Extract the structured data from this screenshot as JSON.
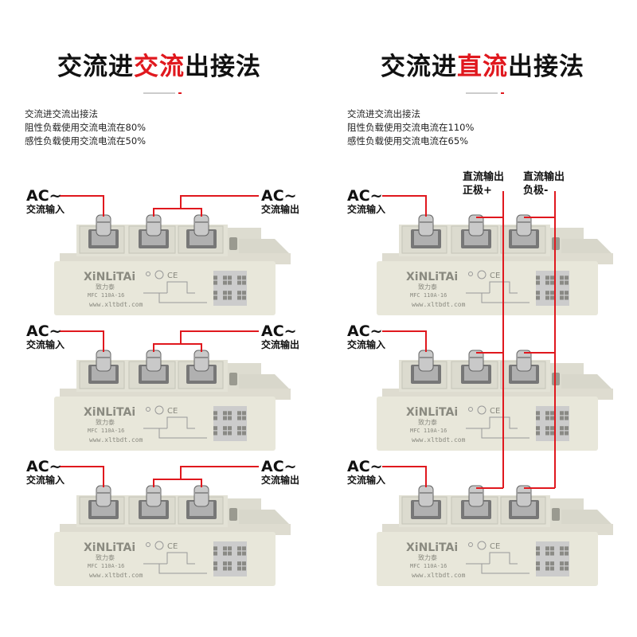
{
  "left": {
    "title": {
      "part1": "交流进",
      "highlight": "交流",
      "part2": "出接法"
    },
    "notes": [
      "交流进交流出接法",
      "阻性负载使用交流电流在80%",
      "感性负载使用交流电流在50%"
    ],
    "input_label": {
      "ac": "AC~",
      "sub": "交流输入"
    },
    "output_label": {
      "ac": "AC~",
      "sub": "交流输出"
    }
  },
  "right": {
    "title": {
      "part1": "交流进",
      "highlight": "直流",
      "part2": "出接法"
    },
    "notes": [
      "交流进交流出接法",
      "阻性负载使用交流电流在110%",
      "感性负载使用交流电流在65%"
    ],
    "input_label": {
      "ac": "AC~",
      "sub": "交流输入"
    },
    "dc_positive": {
      "line1": "直流输出",
      "line2": "正极+"
    },
    "dc_negative": {
      "line1": "直流输出",
      "line2": "负极-"
    }
  },
  "module": {
    "brand": "XiNLiTAi",
    "brand_cn": "致力泰",
    "model": "MFC 110A-16",
    "website": "www.xltbdt.com"
  },
  "colors": {
    "wire": "#e0181e",
    "module_body": "#e8e7da"
  }
}
